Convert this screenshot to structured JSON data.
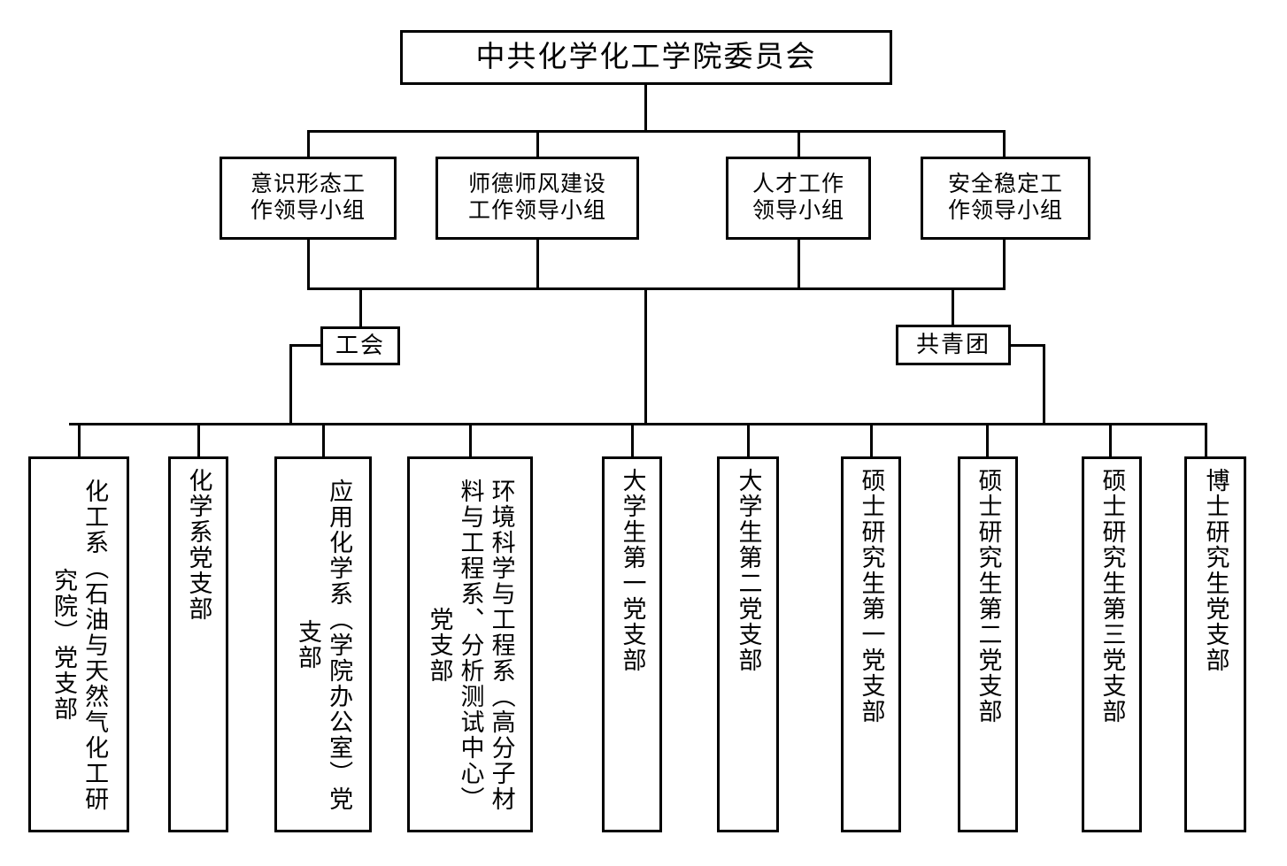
{
  "chart": {
    "type": "org-chart",
    "title": "中共化学化工学院委员会",
    "orientation": "top-down",
    "background_color": "#ffffff",
    "line_color": "#000000",
    "box_border_color": "#000000"
  },
  "root": {
    "label": "中共化学化工学院委员会"
  },
  "leading_groups": [
    {
      "label": "意识形态工\n作领导小组"
    },
    {
      "label": "师德师风建设\n工作领导小组"
    },
    {
      "label": "人才工作\n领导小组"
    },
    {
      "label": "安全稳定工\n作领导小组"
    }
  ],
  "mid_orgs": [
    {
      "label": "工会"
    },
    {
      "label": "共青团"
    }
  ],
  "branches": [
    {
      "label": "化工系（石油与天然气化工研究院）党支部"
    },
    {
      "label": "化学系党支部"
    },
    {
      "label": "应用化学系（学院办公室）党支部"
    },
    {
      "label": "环境科学与工程系（高分子材料与工程系、分析测试中心）党支部"
    },
    {
      "label": "大学生第一党支部"
    },
    {
      "label": "大学生第二党支部"
    },
    {
      "label": "硕士研究生第一党支部"
    },
    {
      "label": "硕士研究生第二党支部"
    },
    {
      "label": "硕士研究生第三党支部"
    },
    {
      "label": "博士研究生党支部"
    }
  ]
}
